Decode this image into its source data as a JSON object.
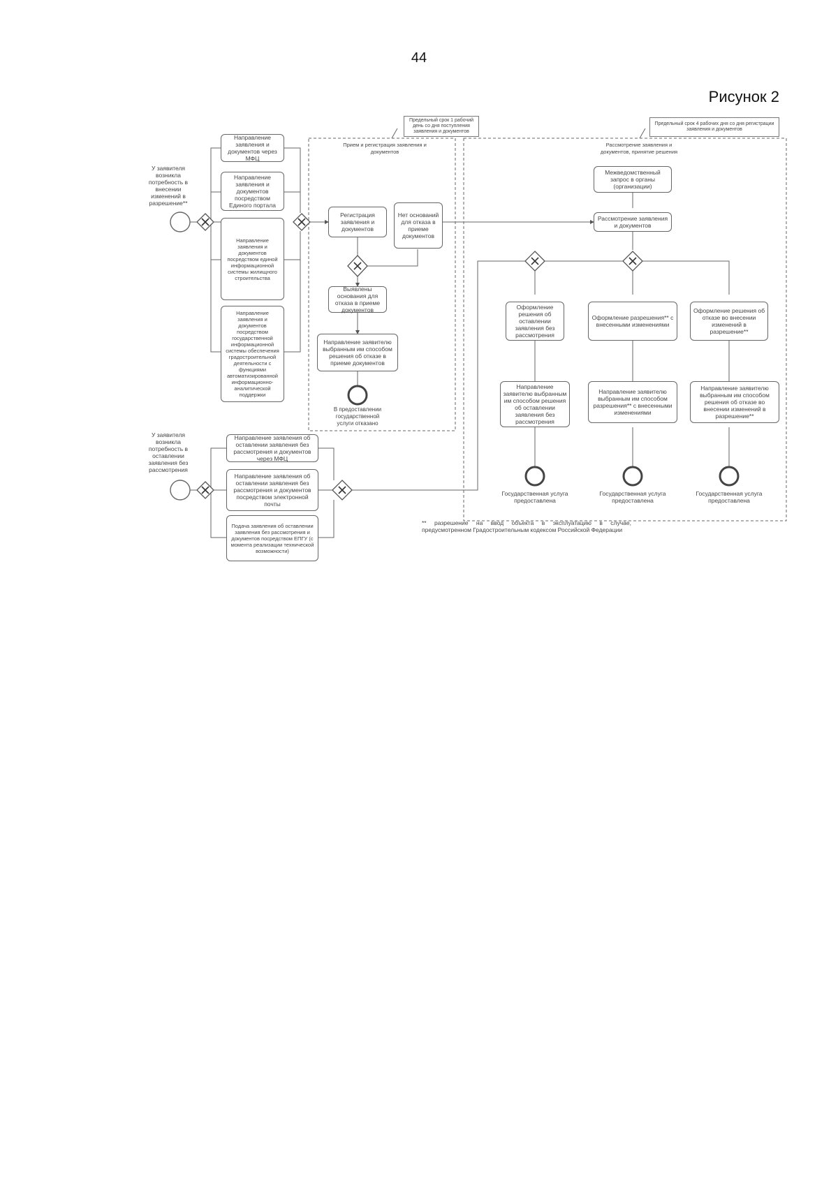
{
  "page_number": "44",
  "figure_label": "Рисунок 2",
  "notes": {
    "left_term": "Предельный срок 1 рабочий день со дня поступления заявления и документов",
    "right_term": "Предельный срок 4 рабочих дня со дня регистрации заявления и документов"
  },
  "sections": {
    "intake_title": "Прием и регистрация заявления и документов",
    "review_title": "Рассмотрение заявления и документов, принятие решения"
  },
  "start_events": {
    "need1": "У заявителя возникла потребность в внесении изменений в разрешение**",
    "need2": "У заявителя возникла потребность в оставлении заявления без рассмотрения"
  },
  "submission_channels": {
    "mfc": "Направление заявления и документов через МФЦ",
    "epgu": "Направление заявления и документов посредством Единого портала",
    "gis": "Направление заявления и документов посредством единой информационной системы жилищного строительства",
    "isogd": "Направление заявления и документов посредством государственной информационной системы обеспечения градостроительной деятельности с функциями автоматизированной информационно-аналитической поддержки"
  },
  "withdraw_channels": {
    "mfc": "Направление заявления об оставлении заявления без рассмотрения и документов через МФЦ",
    "email": "Направление заявления об оставлении заявления без рассмотрения и документов посредством электронной почты",
    "epgu": "Подача заявления об оставлении заявления без рассмотрения и документов посредством ЕПГУ (с момента реализации технической возможности)"
  },
  "intake_tasks": {
    "register": "Регистрация заявления и документов",
    "check": "Нет оснований для отказа в приеме документов",
    "grounds": "Выявлены основания для отказа в приеме документов",
    "notify": "Направление заявителю выбранным им способом решения об отказе в приеме документов",
    "end": "В предоставлении государственной услуги отказано"
  },
  "review_tasks": {
    "interagency": "Межведомственный запрос в органы (организации)",
    "review": "Рассмотрение заявления и документов",
    "leave": "Оформление решения об оставлении заявления без рассмотрения",
    "issue": "Оформление разрешения** с внесенными изменениями",
    "refuse": "Оформление решения об отказе во внесении изменений в разрешение**",
    "send_leave": "Направление заявителю выбранным им способом решения об оставлении заявления без рассмотрения",
    "send_issue": "Направление заявителю выбранным им способом разрешения** с внесенными изменениями",
    "send_refuse": "Направление заявителю выбранным им способом решения об отказе во внесении изменений в разрешение**"
  },
  "end_events": {
    "e1": "Государственная услуга предоставлена",
    "e2": "Государственная услуга предоставлена",
    "e3": "Государственная услуга предоставлена"
  },
  "footnote": "** разрешение на ввод объекта в эксплуатацию в случае, предусмотренном Градостроительным кодексом Российской Федерации"
}
